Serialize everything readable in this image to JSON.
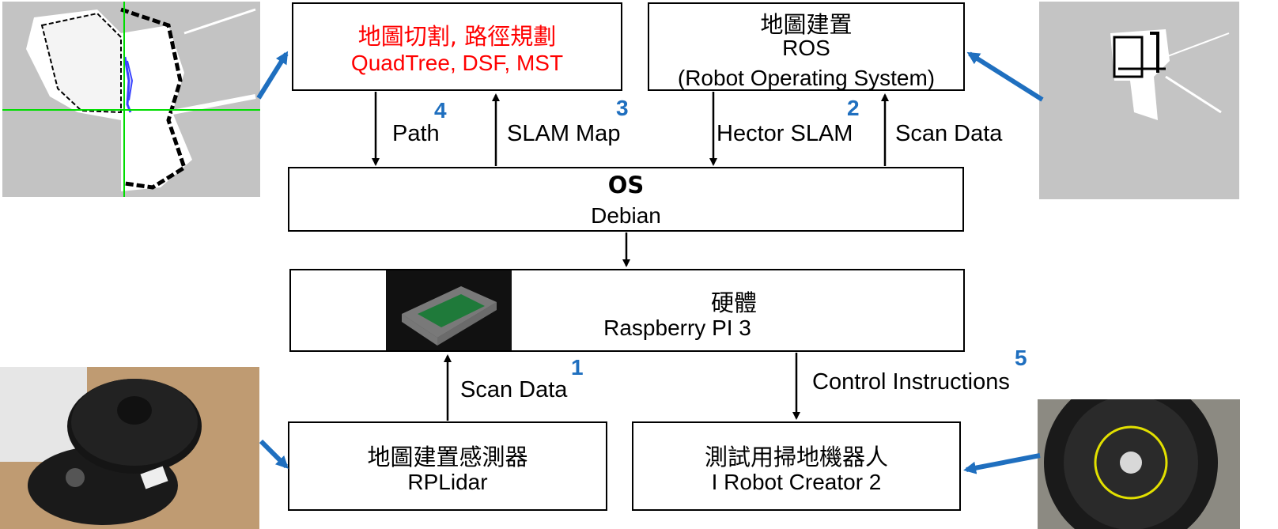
{
  "boxes": {
    "map_split": {
      "title": "地圖切割, 路徑規劃",
      "sub": "QuadTree, DSF, MST"
    },
    "map_build": {
      "title": "地圖建置",
      "sub1": "ROS",
      "sub2": "(Robot Operating System)"
    },
    "os": {
      "title": "OS",
      "sub": "Debian"
    },
    "hardware": {
      "title": "硬體",
      "sub": "Raspberry PI 3"
    },
    "sensor": {
      "title": "地圖建置感測器",
      "sub": "RPLidar"
    },
    "robot": {
      "title": "測試用掃地機器人",
      "sub": "I Robot Creator 2"
    }
  },
  "edges": {
    "path": "Path",
    "slam_map": "SLAM Map",
    "hector": "Hector SLAM",
    "scan_top": "Scan Data",
    "scan_bottom": "Scan Data",
    "control": "Control Instructions"
  },
  "steps": [
    "1",
    "2",
    "3",
    "4",
    "5"
  ],
  "colors": {
    "accent": "#1f6fbf",
    "highlight": "#ff0000"
  }
}
